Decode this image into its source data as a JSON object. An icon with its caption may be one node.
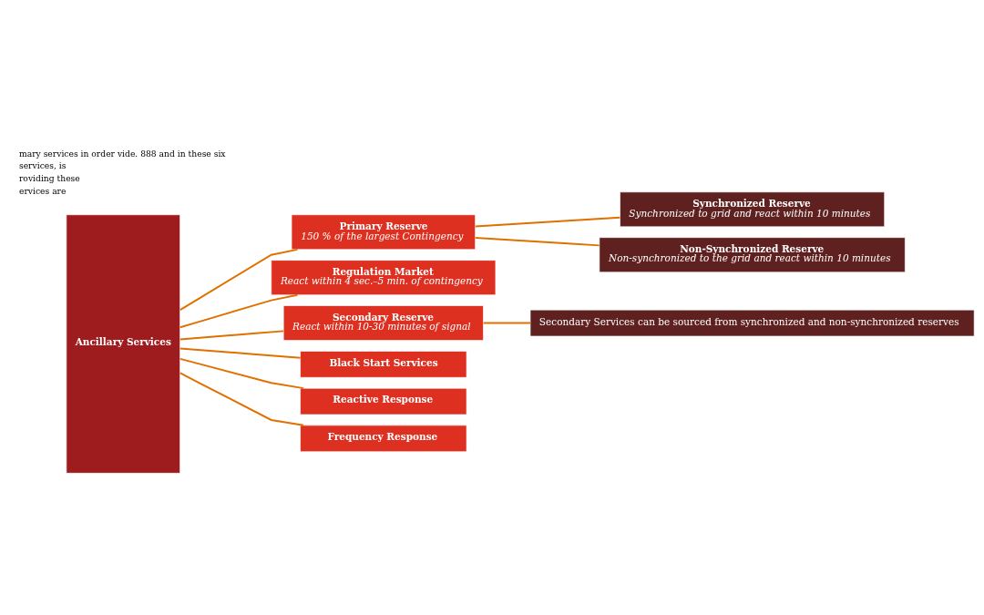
{
  "diagram": {
    "nodes": [
      {
        "text": [
          "Ancillary Services"
        ]
      },
      {
        "text": [
          "Primary Reserve",
          "150 % of the largest Contingency"
        ]
      },
      {
        "text": [
          "Regulation Market",
          "React within 4 sec.–5 min. of contingency"
        ]
      },
      {
        "text": [
          "Secondary Reserve",
          "React within 10-30 minutes of signal"
        ]
      },
      {
        "text": [
          "Black Start Services"
        ]
      },
      {
        "text": [
          "Reactive Response"
        ]
      },
      {
        "text": [
          "Frequency Response"
        ]
      },
      {
        "text": [
          "Synchronized Reserve",
          "Synchronized to grid and react within 10 minutes"
        ]
      },
      {
        "text": [
          "Non-Synchronized Reserve",
          "Non-synchronized to the grid and react within 10 minutes"
        ]
      },
      {
        "text": [
          "Secondary Services can be sourced from synchronized and non-synchronized reserves"
        ]
      }
    ],
    "edges": [
      {
        "from": 0,
        "to": 1,
        "arrow": "none"
      },
      {
        "from": 0,
        "to": 2,
        "arrow": "none"
      },
      {
        "from": 0,
        "to": 3,
        "arrow": "none"
      },
      {
        "from": 0,
        "to": 4,
        "arrow": "none"
      },
      {
        "from": 0,
        "to": 5,
        "arrow": "none"
      },
      {
        "from": 0,
        "to": 6,
        "arrow": "none"
      },
      {
        "from": 1,
        "to": 7,
        "arrow": "none"
      },
      {
        "from": 1,
        "to": 8,
        "arrow": "none"
      },
      {
        "from": 3,
        "to": 9,
        "arrow": "none"
      }
    ],
    "labels": [
      "mary services in order vide. 888 and in these six",
      "services, is",
      "roviding these",
      "ervices are"
    ]
  }
}
